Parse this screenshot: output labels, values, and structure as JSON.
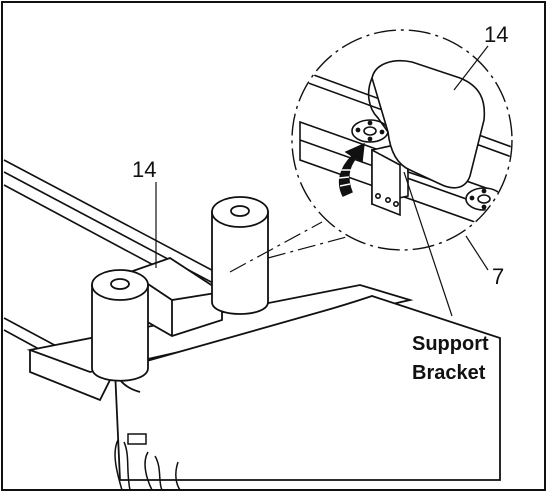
{
  "diagram": {
    "callouts": {
      "part_14_top": "14",
      "part_14_left": "14",
      "part_7": "7"
    },
    "label": {
      "line1": "Support",
      "line2": "Bracket"
    },
    "colors": {
      "stroke": "#111111",
      "fill": "#ffffff",
      "background": "#ffffff"
    }
  }
}
